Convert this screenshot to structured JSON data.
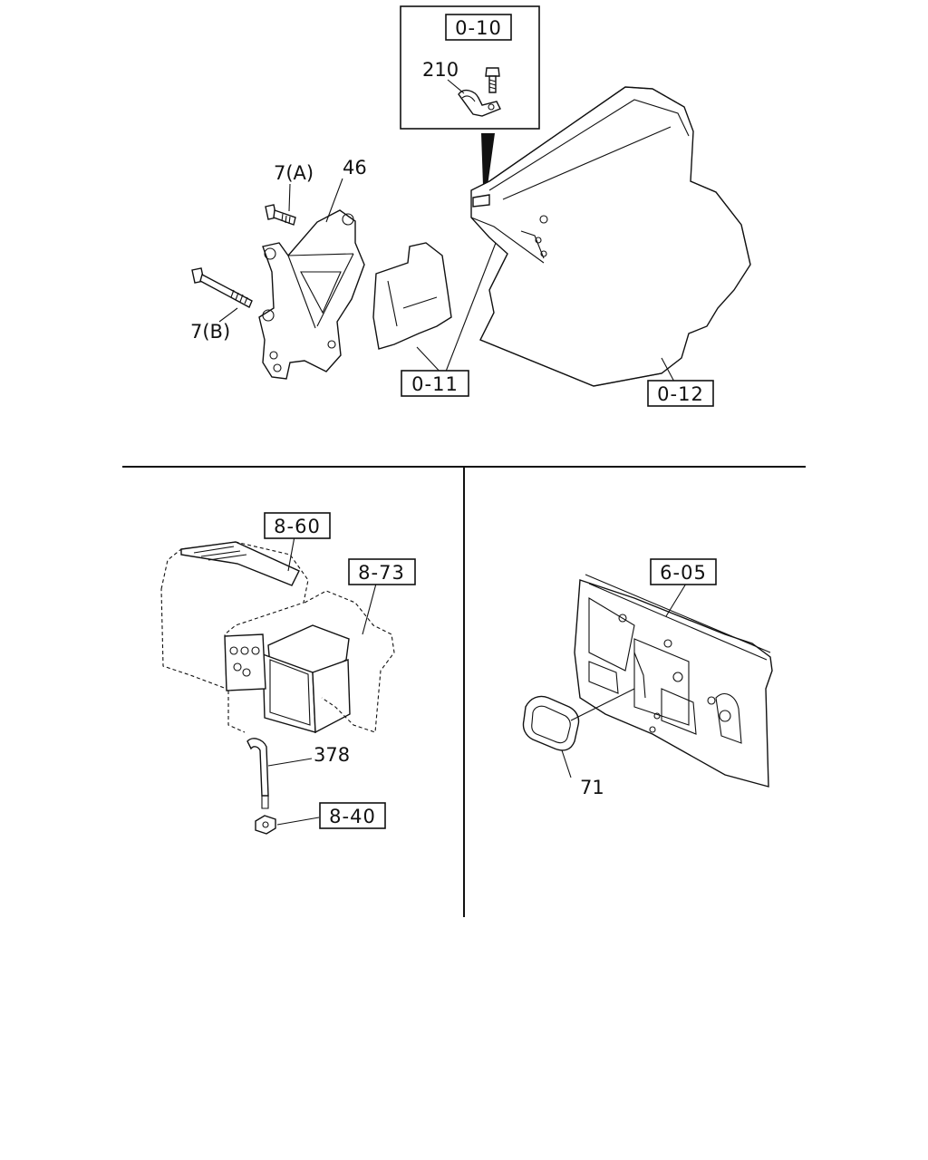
{
  "refs": {
    "r_0_10": "0-10",
    "r_0_11": "0-11",
    "r_0_12": "0-12",
    "r_8_60": "8-60",
    "r_8_73": "8-73",
    "r_8_40": "8-40",
    "r_6_05": "6-05"
  },
  "parts": {
    "p210": "210",
    "p7a": "7(A)",
    "p46": "46",
    "p7b": "7(B)",
    "p378": "378",
    "p71": "71"
  }
}
